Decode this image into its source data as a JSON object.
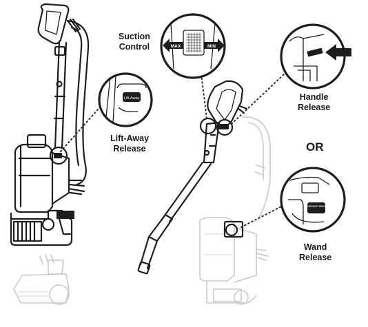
{
  "labels": {
    "suction_control": [
      "Suction",
      "Control"
    ],
    "lift_away_release": [
      "Lift-Away",
      "Release"
    ],
    "handle_release": [
      "Handle",
      "Release"
    ],
    "or": "OR",
    "wand_release": [
      "Wand",
      "Release"
    ]
  },
  "inset_text": {
    "max": "MAX",
    "min": "MIN",
    "lift_away_button": "Lift-Away",
    "release_button": "Release Wand"
  }
}
